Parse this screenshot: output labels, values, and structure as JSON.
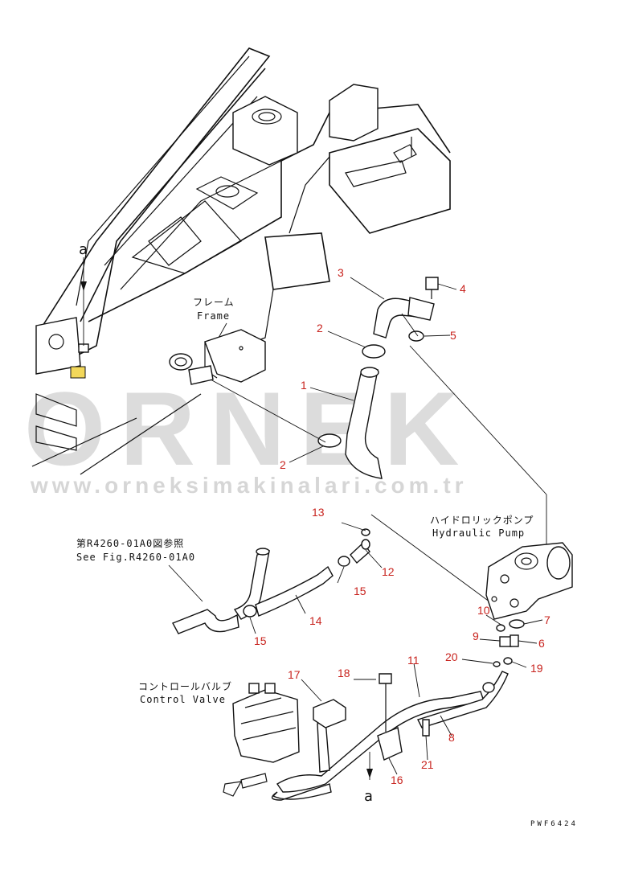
{
  "watermark": {
    "brand": "ORNEK",
    "url": "www.orneksimakinalari.com.tr"
  },
  "labels": {
    "frame_jp": "フレーム",
    "frame_en": "Frame",
    "pump_jp": "ハイドロリックポンプ",
    "pump_en": "Hydraulic Pump",
    "seefig_jp": "第R4260-01A0図参照",
    "seefig_en": "See Fig.R4260-01A0",
    "valve_jp": "コントロールバルブ",
    "valve_en": "Control Valve",
    "view_a_top": "a",
    "view_a_bottom": "a",
    "drawing_code": "PWF6424"
  },
  "callouts": {
    "c1": "1",
    "c2a": "2",
    "c2b": "2",
    "c3": "3",
    "c4": "4",
    "c5": "5",
    "c6": "6",
    "c7": "7",
    "c8": "8",
    "c9": "9",
    "c10": "10",
    "c11": "11",
    "c12": "12",
    "c13": "13",
    "c14": "14",
    "c15a": "15",
    "c15b": "15",
    "c16": "16",
    "c17": "17",
    "c18": "18",
    "c19": "19",
    "c20": "20",
    "c21": "21"
  },
  "colors": {
    "callout": "#c8231e",
    "line": "#111111",
    "watermark": "#dcdcdc",
    "clip_yellow": "#f2d75a"
  }
}
